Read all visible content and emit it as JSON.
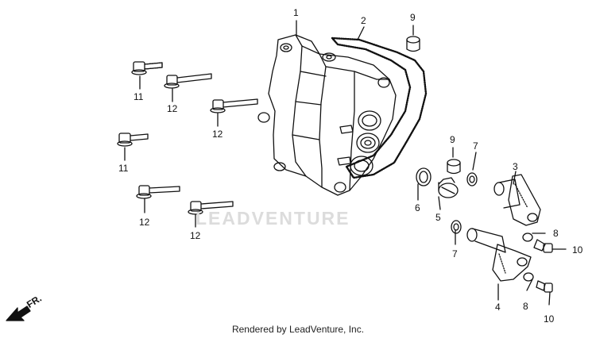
{
  "diagram": {
    "watermark": "LEADVENTURE",
    "direction_label": "FR.",
    "footer": "Rendered by LeadVenture, Inc.",
    "colors": {
      "line": "#111111",
      "watermark": "#dcdcdc"
    },
    "callouts": [
      {
        "id": "c1",
        "label": "1"
      },
      {
        "id": "c2",
        "label": "2"
      },
      {
        "id": "c3",
        "label": "3"
      },
      {
        "id": "c4",
        "label": "4"
      },
      {
        "id": "c5",
        "label": "5"
      },
      {
        "id": "c6",
        "label": "6"
      },
      {
        "id": "c7a",
        "label": "7"
      },
      {
        "id": "c7b",
        "label": "7"
      },
      {
        "id": "c8a",
        "label": "8"
      },
      {
        "id": "c8b",
        "label": "8"
      },
      {
        "id": "c9a",
        "label": "9"
      },
      {
        "id": "c9b",
        "label": "9"
      },
      {
        "id": "c10a",
        "label": "10"
      },
      {
        "id": "c10b",
        "label": "10"
      },
      {
        "id": "c11a",
        "label": "11"
      },
      {
        "id": "c11b",
        "label": "11"
      },
      {
        "id": "c12a",
        "label": "12"
      },
      {
        "id": "c12b",
        "label": "12"
      },
      {
        "id": "c12c",
        "label": "12"
      },
      {
        "id": "c12d",
        "label": "12"
      }
    ]
  }
}
